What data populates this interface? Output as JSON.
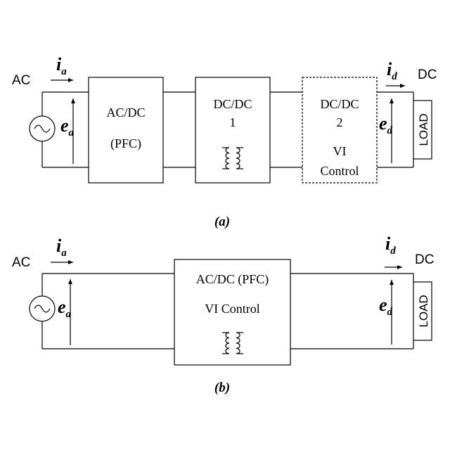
{
  "diagram_a": {
    "caption": "(a)",
    "ac_label": "AC",
    "dc_label": "DC",
    "input_current": {
      "symbol": "i",
      "sub": "a"
    },
    "input_voltage": {
      "symbol": "e",
      "sub": "a"
    },
    "output_current": {
      "symbol": "i",
      "sub": "d"
    },
    "output_voltage": {
      "symbol": "e",
      "sub": "d"
    },
    "block1": {
      "line1": "AC/DC",
      "line2": "(PFC)"
    },
    "block2": {
      "line1": "DC/DC",
      "line2": "1"
    },
    "block3": {
      "line1": "DC/DC",
      "line2": "2",
      "line3": "VI",
      "line4": "Control"
    },
    "load_label": "LOAD"
  },
  "diagram_b": {
    "caption": "(b)",
    "ac_label": "AC",
    "dc_label": "DC",
    "input_current": {
      "symbol": "i",
      "sub": "a"
    },
    "input_voltage": {
      "symbol": "e",
      "sub": "a"
    },
    "output_current": {
      "symbol": "i",
      "sub": "d"
    },
    "output_voltage": {
      "symbol": "e",
      "sub": "d"
    },
    "block": {
      "line1": "AC/DC (PFC)",
      "line2": "VI Control"
    },
    "load_label": "LOAD"
  }
}
